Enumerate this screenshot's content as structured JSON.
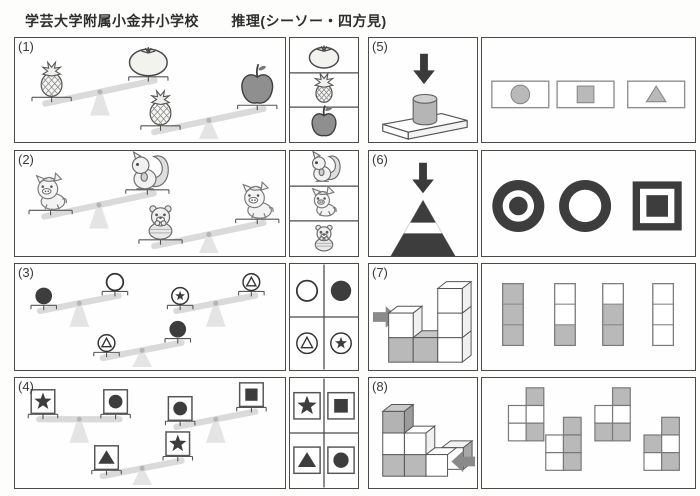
{
  "header": {
    "school": "学芸大学附属小金井小学校",
    "topic": "推理(シーソー・四方見)"
  },
  "colors": {
    "ink": "#3d3d3d",
    "dark_shape": "#3d3d3d",
    "gray_fill": "#b9b9b9",
    "light_gray": "#e2e2e2",
    "plank": "#dadada",
    "border": "#4a4a4a"
  },
  "problems": [
    {
      "label": "(1)",
      "kind": "seesaw",
      "seesaws": [
        {
          "left": "pineapple",
          "right": "tomato",
          "down": "left"
        },
        {
          "left": "pineapple",
          "right": "apple",
          "down": "left"
        }
      ],
      "answers": {
        "layout": "column",
        "items": [
          "tomato",
          "pineapple",
          "apple"
        ]
      }
    },
    {
      "label": "(2)",
      "kind": "seesaw",
      "seesaws": [
        {
          "left": "pig",
          "right": "squirrel",
          "down": "left"
        },
        {
          "left": "bear",
          "right": "pig",
          "down": "left"
        }
      ],
      "answers": {
        "layout": "column",
        "items": [
          "squirrel",
          "pig",
          "bear"
        ]
      }
    },
    {
      "label": "(3)",
      "kind": "seesaw",
      "seesaws": [
        {
          "left": "circle-filled",
          "right": "circle-open",
          "down": "left"
        },
        {
          "left": "circle-star",
          "right": "circle-triangle",
          "down": "left"
        },
        {
          "left": "circle-triangle",
          "right": "circle-filled",
          "down": "left"
        }
      ],
      "answers": {
        "layout": "grid2x2",
        "items": [
          "circle-open",
          "circle-filled",
          "circle-triangle",
          "circle-star"
        ]
      }
    },
    {
      "label": "(4)",
      "kind": "seesaw",
      "seesaws": [
        {
          "left": "square-star",
          "right": "square-circle",
          "down": "level"
        },
        {
          "left": "square-circle",
          "right": "square-square",
          "down": "left"
        },
        {
          "left": "square-triangle",
          "right": "square-star",
          "down": "left"
        }
      ],
      "answers": {
        "layout": "grid2x2",
        "items": [
          "square-star",
          "square-square",
          "square-triangle",
          "square-circle"
        ]
      }
    },
    {
      "label": "(5)",
      "kind": "view",
      "object": "cylinder-on-board",
      "arrow": "down",
      "answers": {
        "layout": "framed-row",
        "items": [
          "circle",
          "square",
          "triangle"
        ]
      }
    },
    {
      "label": "(6)",
      "kind": "view",
      "object": "striped-cone",
      "arrow": "down",
      "answers": {
        "layout": "plain-row",
        "items": [
          "circle-bullseye",
          "circle-ring",
          "square-bullseye"
        ]
      }
    },
    {
      "label": "(7)",
      "kind": "view",
      "object": "cube-stack",
      "arrow": "from-left",
      "stack": {
        "column_heights": [
          2,
          1,
          3
        ],
        "shaded": "bottom-left cubes"
      },
      "answers": {
        "layout": "strips",
        "strips": [
          [
            "g",
            "g",
            "g"
          ],
          [
            "w",
            "w",
            "g"
          ],
          [
            "w",
            "g",
            "g"
          ],
          [
            "w",
            "w",
            "w"
          ]
        ]
      }
    },
    {
      "label": "(8)",
      "kind": "view",
      "object": "cube-staircase",
      "arrow": "from-right",
      "stack": {
        "column_heights": [
          3,
          2,
          1
        ],
        "extra_back_cube": true,
        "shaded": "bottom-left fronts and top cube"
      },
      "answers": {
        "layout": "grids",
        "grids": [
          {
            "cells": [
              [
                "x",
                "g"
              ],
              [
                "w",
                "w"
              ],
              [
                "w",
                "g"
              ]
            ]
          },
          {
            "cells": [
              [
                "x",
                "g"
              ],
              [
                "w",
                "g"
              ],
              [
                "w",
                "g"
              ]
            ]
          },
          {
            "cells": [
              [
                "x",
                "g"
              ],
              [
                "w",
                "w"
              ],
              [
                "g",
                "g"
              ]
            ]
          },
          {
            "cells": [
              [
                "x",
                "g"
              ],
              [
                "g",
                "w"
              ],
              [
                "w",
                "g"
              ]
            ]
          }
        ]
      }
    }
  ]
}
